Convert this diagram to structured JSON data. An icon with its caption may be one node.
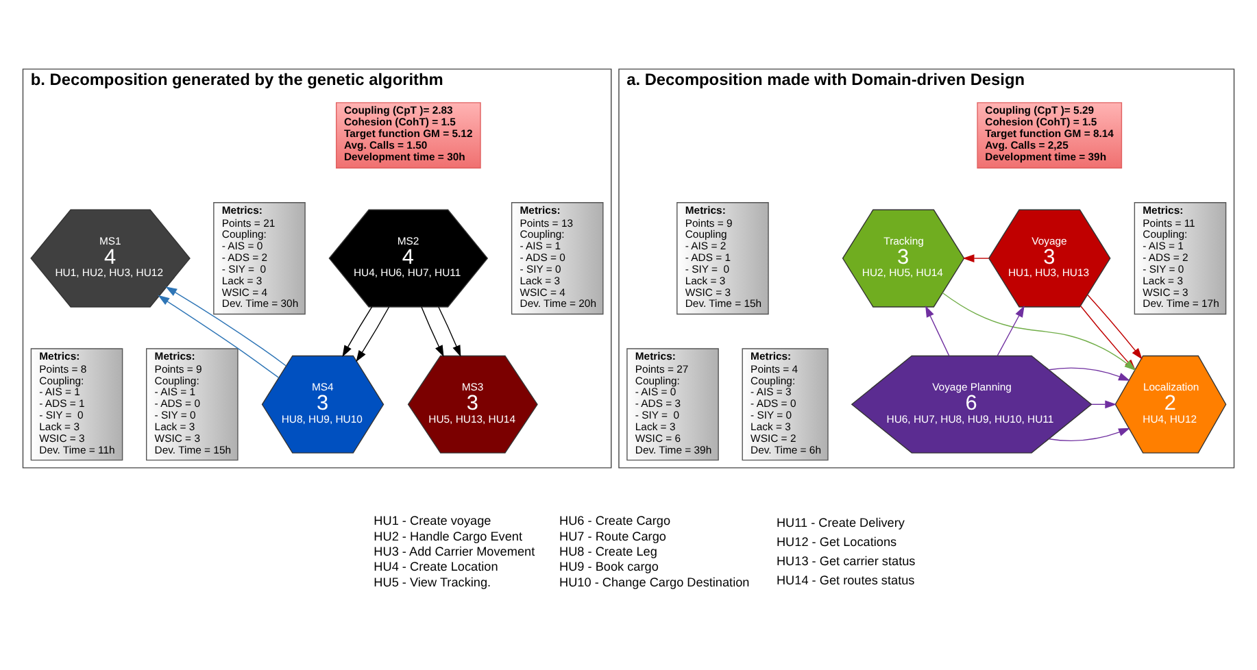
{
  "diagram": {
    "nodes": [
      {
        "text": [
          "a. Decomposition made with Domain-driven Design"
        ]
      },
      {
        "text": [
          "Metrics:",
          "Points = 11",
          "Coupling:",
          "- AIS = 1",
          "- ADS = 2",
          "- SIY = 0",
          "Lack = 3",
          "WSIC = 3",
          "Dev. Time = 17h"
        ],
        "in": 0
      },
      {
        "text": [
          "Coupling (CpT )= 5.29",
          "Cohesion (CohT) = 1.5",
          "Target function GM = 8.14",
          "Avg. Calls = 2,25",
          "Development time = 39h"
        ],
        "in": 0
      },
      {
        "text": [
          "Metrics:",
          "Points = 9",
          "Coupling",
          "- AIS = 2",
          "- ADS = 1",
          "- SIY =  0",
          "Lack = 3",
          "WSIC = 3",
          "Dev. Time = 15h"
        ],
        "in": 0
      },
      {
        "text": [
          "Voyage",
          "3",
          "HU1, HU3, HU13"
        ],
        "in": 0
      },
      {
        "text": [
          "Tracking",
          "3",
          "HU2, HU5, HU14"
        ],
        "in": 0
      },
      {
        "text": [
          "Metrics:",
          "Points = 4",
          "Coupling:",
          "- AIS = 3",
          "- ADS = 0",
          "- SIY = 0",
          "Lack = 3",
          "WSIC = 2",
          "Dev. Time = 6h"
        ],
        "in": 0
      },
      {
        "text": [
          "Metrics:",
          "Points = 27",
          "Coupling:",
          "- AIS = 0",
          "- ADS = 3",
          "- SIY =  0",
          "Lack = 3",
          "WSIC = 6",
          "Dev. Time = 39h"
        ],
        "in": 0
      },
      {
        "text": [
          "Localization",
          "2",
          "HU4, HU12"
        ],
        "in": 0
      },
      {
        "text": [
          "Voyage Planning",
          "6",
          "HU6, HU7, HU8, HU9, HU10, HU11"
        ],
        "in": 0
      },
      {
        "text": [
          "b. Decomposition generated by the genetic algorithm"
        ]
      },
      {
        "text": [
          "Metrics:",
          "Points = 13",
          "Coupling:",
          "- AIS = 1",
          "- ADS = 0",
          "- SIY = 0",
          "Lack = 3",
          "WSIC = 4",
          "Dev. Time = 20h"
        ],
        "in": 10
      },
      {
        "text": [
          "Coupling (CpT )= 2.83",
          "Cohesion (CohT) = 1.5",
          "Target function GM = 5.12",
          "Avg. Calls = 1.50",
          "Development time = 30h"
        ],
        "in": 10
      },
      {
        "text": [
          "Metrics:",
          "Points = 21",
          "Coupling:",
          "- AIS = 0",
          "- ADS = 2",
          "- SIY =  0",
          "Lack = 3",
          "WSIC = 4",
          "Dev. Time = 30h"
        ],
        "in": 10
      },
      {
        "text": [
          "MS1",
          "4",
          "HU1, HU2, HU3, HU12"
        ],
        "in": 10
      },
      {
        "text": [
          "MS2",
          "4",
          "HU4, HU6, HU7, HU11"
        ],
        "in": 10
      },
      {
        "text": [
          "Metrics:",
          "Points = 9",
          "Coupling:",
          "- AIS = 1",
          "- ADS = 0",
          "- SIY = 0",
          "Lack = 3",
          "WSIC = 3",
          "Dev. Time = 15h"
        ],
        "in": 10
      },
      {
        "text": [
          "Metrics:",
          "Points = 8",
          "Coupling:",
          "- AIS = 1",
          "- ADS = 1",
          "- SIY =  0",
          "Lack = 3",
          "WSIC = 3",
          "Dev. Time = 11h"
        ],
        "in": 10
      },
      {
        "text": [
          "MS3",
          "3",
          "HU5, HU13, HU14"
        ],
        "in": 10
      },
      {
        "text": [
          "MS4",
          "3",
          "HU8, HU9, HU10"
        ],
        "in": 10
      }
    ],
    "edges": [
      {
        "from": 4,
        "to": 5,
        "arrow": "to",
        "color": "#c00000"
      },
      {
        "from": 4,
        "to": 8,
        "arrow": "to",
        "color": "#c00000"
      },
      {
        "from": 4,
        "to": 8,
        "arrow": "to",
        "color": "#c00000"
      },
      {
        "from": 9,
        "to": 4,
        "arrow": "to",
        "color": "#7030a0"
      },
      {
        "from": 5,
        "to": 8,
        "arrow": "to",
        "color": "#70ad47"
      },
      {
        "from": 9,
        "to": 5,
        "arrow": "to",
        "color": "#7030a0"
      },
      {
        "from": 9,
        "to": 8,
        "arrow": "to",
        "color": "#7030a0"
      },
      {
        "from": 9,
        "to": 8,
        "arrow": "to",
        "color": "#7030a0"
      },
      {
        "from": 9,
        "to": 8,
        "arrow": "to",
        "color": "#7030a0"
      },
      {
        "from": 19,
        "to": 14,
        "arrow": "to",
        "color": "#2e75b6"
      },
      {
        "from": 19,
        "to": 14,
        "arrow": "to",
        "color": "#2e75b6"
      },
      {
        "from": 15,
        "to": 18,
        "arrow": "to",
        "color": "#000000"
      },
      {
        "from": 15,
        "to": 18,
        "arrow": "to",
        "color": "#000000"
      },
      {
        "from": 15,
        "to": 19,
        "arrow": "to",
        "color": "#000000"
      },
      {
        "from": 15,
        "to": 19,
        "arrow": "to",
        "color": "#000000"
      }
    ],
    "labels": [
      "HU1 - Create voyage",
      "HU2 - Handle Cargo Event",
      "HU3 - Add Carrier Movement",
      "HU4 - Create Location",
      "HU5 - View Tracking.",
      "HU6 - Create Cargo",
      "HU7 - Route Cargo",
      "HU8 - Create Leg",
      "HU9 - Book cargo",
      "HU10 - Change Cargo Destination",
      "HU11 - Create Delivery",
      "HU12 - Get Locations",
      "HU13 - Get carrier status",
      "HU14 - Get routes status"
    ]
  }
}
